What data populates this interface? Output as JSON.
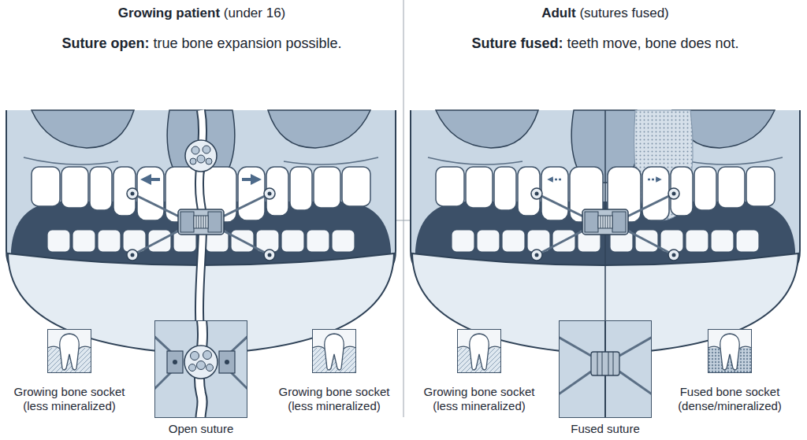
{
  "diagram": {
    "nodes": [
      {
        "text": [
          "Growing bone socket (less mineralized)"
        ]
      },
      {
        "text": [
          "Open suture"
        ]
      },
      {
        "text": [
          "Growing bone socket (less mineralized)"
        ]
      },
      {
        "text": [
          "Growing bone socket (less mineralized)"
        ]
      },
      {
        "text": [
          "Fused suture"
        ]
      },
      {
        "text": [
          "Fused bone socket (dense/mineralized)"
        ]
      }
    ],
    "labels": [
      "Growing patient",
      "(under 16)",
      "Suture open:",
      "true bone expansion possible.",
      "Adult",
      "(sutures fused)",
      "Suture fused:",
      "teeth move, bone does not."
    ]
  }
}
